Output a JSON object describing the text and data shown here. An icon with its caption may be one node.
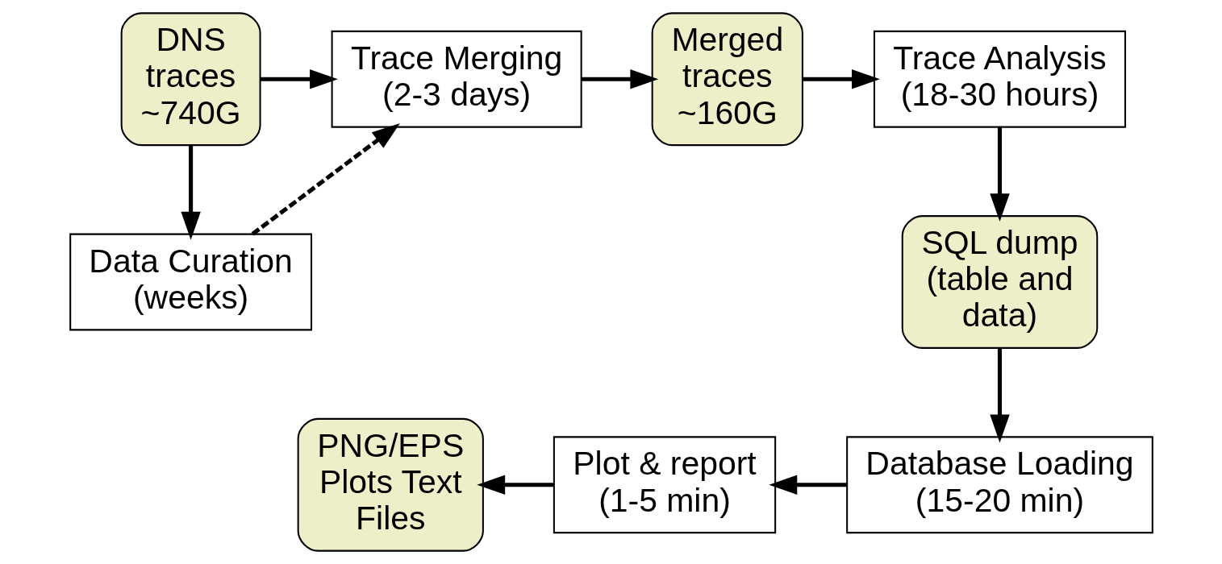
{
  "diagram": {
    "nodes": [
      {
        "text": [
          "DNS traces ~740G"
        ]
      },
      {
        "text": [
          "Trace Merging (2-3 days)"
        ]
      },
      {
        "text": [
          "Data Curation (weeks)"
        ]
      },
      {
        "text": [
          "Merged traces ~160G"
        ]
      },
      {
        "text": [
          "Trace Analysis (18-30 hours)"
        ]
      },
      {
        "text": [
          "SQL dump (table and data)"
        ]
      },
      {
        "text": [
          "Database Loading (15-20 min)"
        ]
      },
      {
        "text": [
          "Plot & report (1-5 min)"
        ]
      },
      {
        "text": [
          "PNG/EPS Plots Text Files"
        ]
      }
    ],
    "edges": [
      {
        "from": 0,
        "to": 1,
        "arrow": "to"
      },
      {
        "from": 0,
        "to": 2,
        "arrow": "to"
      },
      {
        "from": 2,
        "to": 1,
        "arrow": "to",
        "style": "dashed"
      },
      {
        "from": 1,
        "to": 3,
        "arrow": "to"
      },
      {
        "from": 3,
        "to": 4,
        "arrow": "to"
      },
      {
        "from": 4,
        "to": 5,
        "arrow": "to"
      },
      {
        "from": 5,
        "to": 6,
        "arrow": "to"
      },
      {
        "from": 6,
        "to": 7,
        "arrow": "to"
      },
      {
        "from": 7,
        "to": 8,
        "arrow": "to"
      }
    ]
  }
}
